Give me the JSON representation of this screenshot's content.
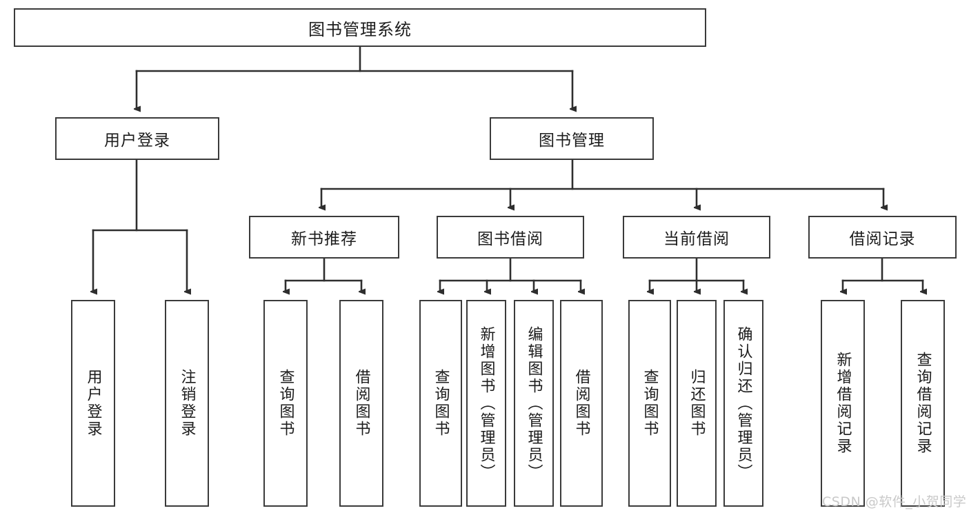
{
  "diagram": {
    "title": "图书管理系统",
    "type": "tree-hierarchy",
    "root": {
      "label": "图书管理系统"
    },
    "level2": [
      {
        "label": "用户登录"
      },
      {
        "label": "图书管理"
      }
    ],
    "level3": [
      {
        "label": "新书推荐"
      },
      {
        "label": "图书借阅"
      },
      {
        "label": "当前借阅"
      },
      {
        "label": "借阅记录"
      }
    ],
    "leaves": {
      "user_login": [
        {
          "label": "用户登录"
        },
        {
          "label": "注销登录"
        }
      ],
      "new_book_recommend": [
        {
          "label": "查询图书"
        },
        {
          "label": "借阅图书"
        }
      ],
      "book_borrow": [
        {
          "label": "查询图书"
        },
        {
          "label": "新增图书（管理员）"
        },
        {
          "label": "编辑图书（管理员）"
        },
        {
          "label": "借阅图书"
        }
      ],
      "current_borrow": [
        {
          "label": "查询图书"
        },
        {
          "label": "归还图书"
        },
        {
          "label": "确认归还（管理员）"
        }
      ],
      "borrow_record": [
        {
          "label": "新增借阅记录"
        },
        {
          "label": "查询借阅记录"
        }
      ]
    }
  },
  "watermark": {
    "text": "CSDN @软件_小贺同学"
  },
  "colors": {
    "border": "#3a3a3a",
    "background": "#ffffff",
    "text": "#1c1c1c",
    "watermark": "#c9c9c9"
  }
}
